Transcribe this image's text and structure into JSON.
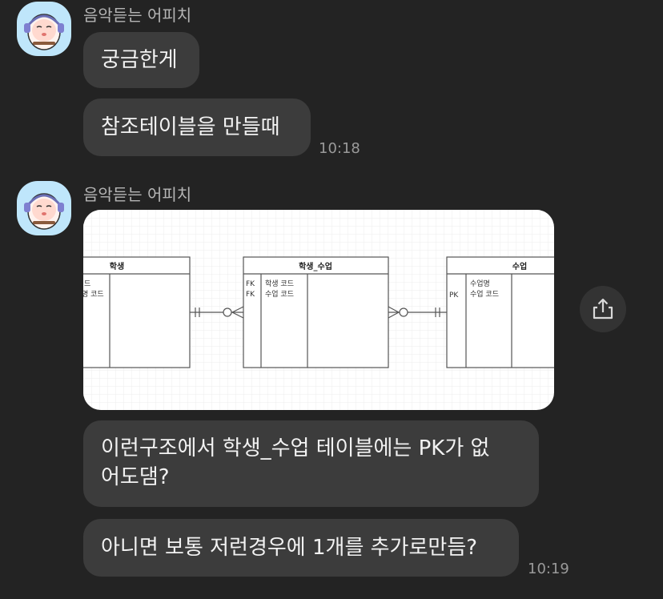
{
  "chat": {
    "sender_name_1": "음악듣는 어피치",
    "sender_name_2": "음악듣는 어피치",
    "messages": [
      "궁금한게",
      "참조테이블을 만들때",
      "이런구조에서 학생_수업 테이블에는 PK가 없",
      "어도댐?",
      "아니면 보통 저런경우에 1개를 추가로만듬?"
    ],
    "times": [
      "10:18",
      "10:19"
    ]
  },
  "erd": {
    "table_student": {
      "title": "학생",
      "row1": "드",
      "row2": "명 코드"
    },
    "table_enroll": {
      "title": "학생_수업",
      "keys": [
        "FK",
        "FK"
      ],
      "fields": [
        "학생 코드",
        "수업 코드"
      ]
    },
    "table_class": {
      "title": "수업",
      "key": "PK",
      "fields": [
        "수업명",
        "수업 코드"
      ]
    }
  },
  "icons": {
    "share": "share-icon",
    "avatar": "apeach-avatar"
  },
  "colors": {
    "background": "#232323",
    "bubble": "#3c3c3c",
    "avatar_bg": "#bfe6fb"
  }
}
